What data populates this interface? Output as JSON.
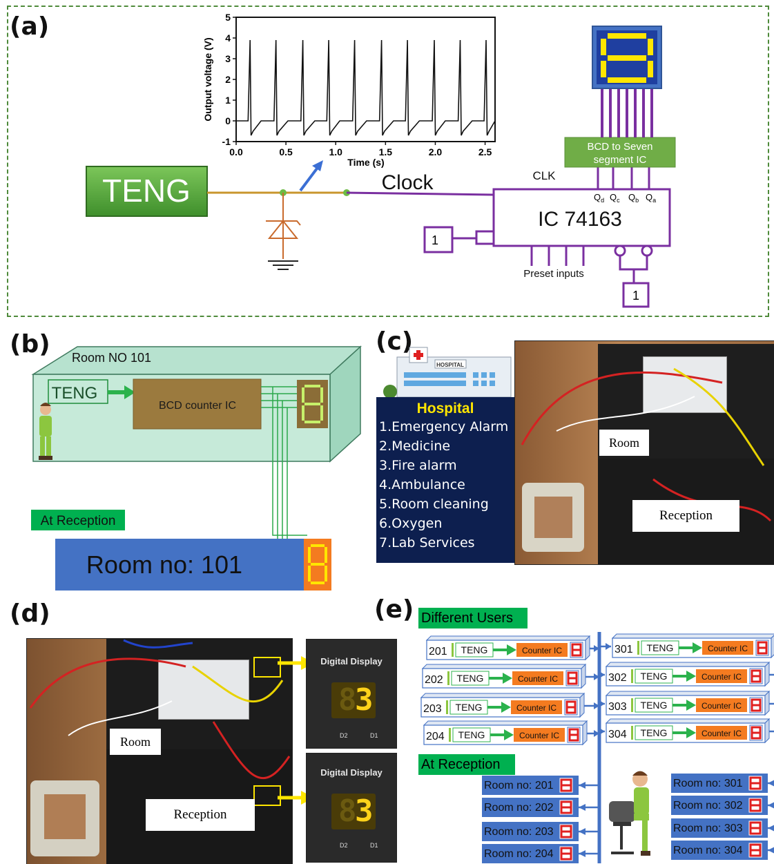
{
  "panel_labels": {
    "a": "(a)",
    "b": "(b)",
    "c": "(c)",
    "d": "(d)",
    "e": "(e)"
  },
  "panel_a": {
    "teng": "TENG",
    "clock": "Clock",
    "clk": "CLK",
    "ic": "IC 74163",
    "bcd_line1": "BCD to Seven",
    "bcd_line2": "segment IC",
    "q_labels": [
      "Q",
      "Q",
      "Q",
      "Q"
    ],
    "q_subs": [
      "d",
      "c",
      "b",
      "a"
    ],
    "one": "1",
    "preset": "Preset inputs",
    "chart": {
      "ylabel": "Output voltage (V)",
      "xlabel": "Time (s)",
      "xticks": [
        "0.0",
        "0.5",
        "1.0",
        "1.5",
        "2.0",
        "2.5"
      ],
      "yticks": [
        "-1",
        "0",
        "1",
        "2",
        "3",
        "4",
        "5"
      ]
    }
  },
  "chart_data": {
    "type": "line",
    "xlabel": "Time (s)",
    "ylabel": "Output voltage (V)",
    "xlim": [
      0,
      2.6
    ],
    "ylim": [
      -1,
      5
    ],
    "series": [
      {
        "x": [
          0.0,
          0.12,
          0.14,
          0.15,
          0.17,
          0.25,
          0.38,
          0.4,
          0.41,
          0.43,
          0.52,
          0.65,
          0.67,
          0.68,
          0.7,
          0.79,
          0.91,
          0.93,
          0.94,
          0.96,
          1.04,
          1.17,
          1.19,
          1.2,
          1.22,
          1.31,
          1.44,
          1.46,
          1.47,
          1.49,
          1.58,
          1.7,
          1.72,
          1.73,
          1.75,
          1.84,
          1.97,
          1.99,
          2.0,
          2.02,
          2.1,
          2.23,
          2.25,
          2.26,
          2.28,
          2.37,
          2.49,
          2.51,
          2.52,
          2.54,
          2.6
        ],
        "y": [
          0,
          0,
          3.9,
          -0.7,
          -0.5,
          0,
          0,
          3.9,
          -0.7,
          -0.5,
          0,
          0,
          3.9,
          -0.7,
          -0.5,
          0,
          0,
          3.9,
          -0.7,
          -0.5,
          0,
          0,
          3.9,
          -0.7,
          -0.5,
          0,
          0,
          3.9,
          -0.7,
          -0.5,
          0,
          0,
          3.9,
          -0.7,
          -0.5,
          0,
          0,
          3.9,
          -0.7,
          -0.5,
          0,
          0,
          3.9,
          -0.7,
          -0.5,
          0,
          0,
          3.9,
          -0.7,
          -0.5,
          0
        ]
      }
    ]
  },
  "panel_b": {
    "room_no": "Room NO 101",
    "teng": "TENG",
    "bcd": "BCD counter IC",
    "at_reception": "At Reception",
    "room_display": "Room no: 101"
  },
  "panel_c": {
    "hospital_sign": "HOSPITAL",
    "hospital_title": "Hospital",
    "services": [
      "1.Emergency Alarm",
      "2.Medicine",
      "3.Fire alarm",
      "4.Ambulance",
      "5.Room cleaning",
      "6.Oxygen",
      "7.Lab Services"
    ],
    "room_card": "Room",
    "reception_card": "Reception"
  },
  "panel_d": {
    "room_card": "Room",
    "reception_card": "Reception",
    "digital_display": "Digital Display",
    "digit": "3",
    "d2": "D2",
    "d1": "D1"
  },
  "panel_e": {
    "different_users": "Different Users",
    "at_reception": "At Reception",
    "teng": "TENG",
    "counter": "Counter IC",
    "users_left": [
      "201",
      "202",
      "203",
      "204"
    ],
    "users_right": [
      "301",
      "302",
      "303",
      "304"
    ],
    "reception_left": [
      "Room no: 201",
      "Room no: 202",
      "Room no: 203",
      "Room no: 204"
    ],
    "reception_right": [
      "Room no: 301",
      "Room no: 302",
      "Room no: 303",
      "Room no: 304"
    ]
  },
  "colors": {
    "purple": "#7a2fa0",
    "green_box": "#5aa844",
    "blue_box": "#4472c4",
    "orange": "#f47b20",
    "navy": "#0d1f4f",
    "seg_yellow": "#ffe600"
  }
}
